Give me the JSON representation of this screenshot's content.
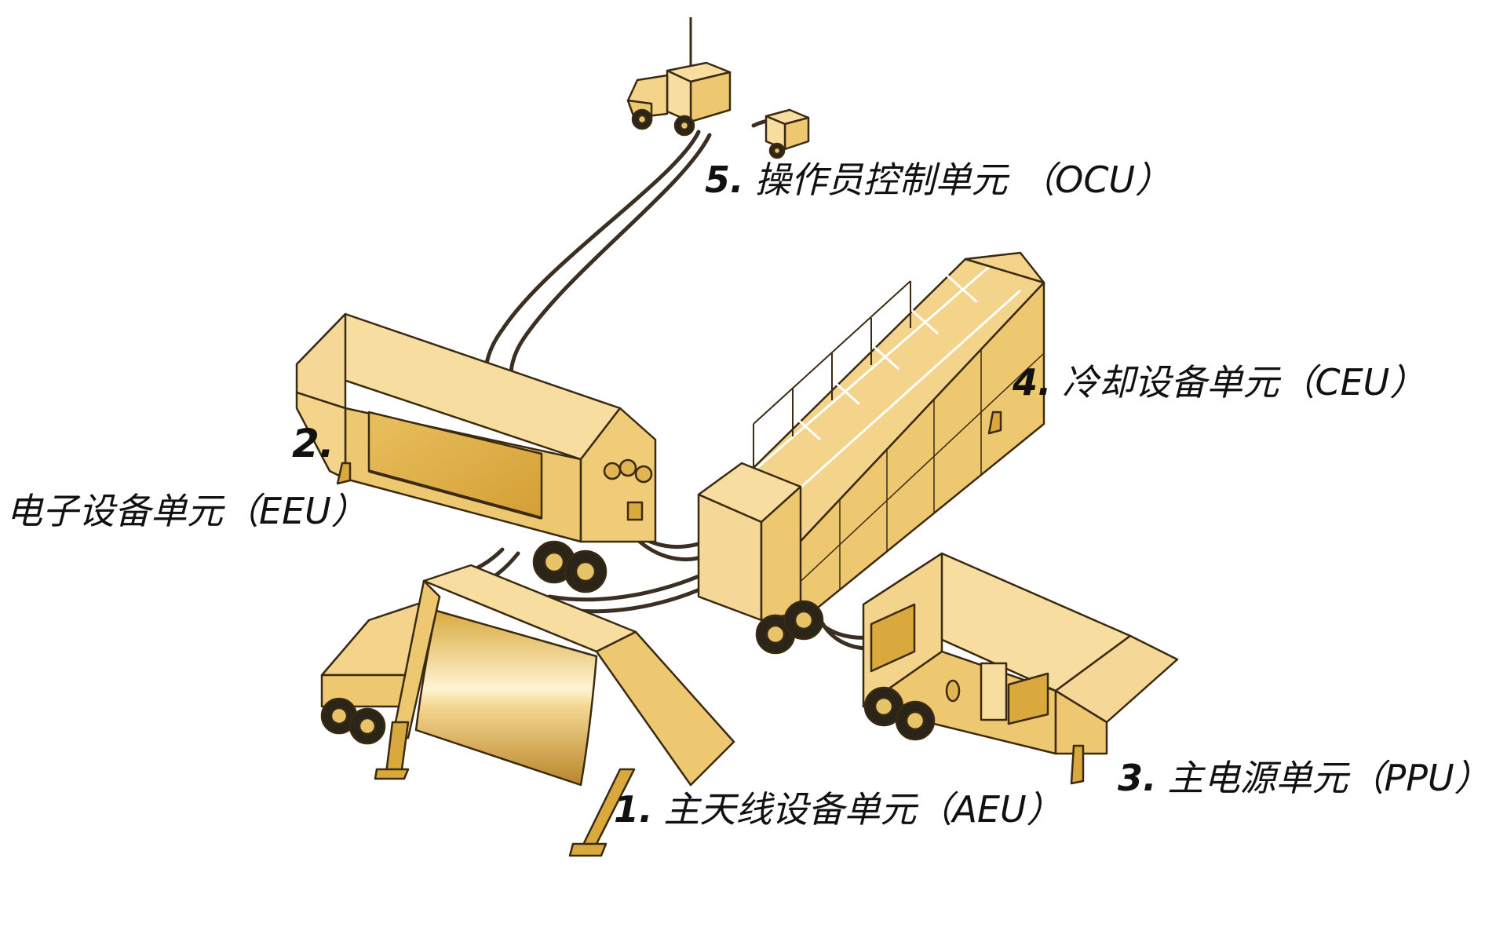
{
  "units": [
    {
      "id": "aeu",
      "number": "1.",
      "name": "主天线设备单元（AEU）"
    },
    {
      "id": "eeu",
      "number": "2.",
      "name": "电子设备单元（EEU）"
    },
    {
      "id": "ppu",
      "number": "3.",
      "name": "主电源单元（PPU）"
    },
    {
      "id": "ceu",
      "number": "4.",
      "name": "冷却设备单元（CEU）"
    },
    {
      "id": "ocu",
      "number": "5.",
      "name": "操作员控制单元 （OCU）"
    }
  ],
  "colors": {
    "body_light": "#f7dea0",
    "body_mid": "#eec870",
    "body_dark": "#d9a93e",
    "outline": "#3a2a12",
    "cable": "#3b2f24",
    "tire": "#2b2419",
    "hub": "#e7c36a",
    "label": "#111111"
  }
}
